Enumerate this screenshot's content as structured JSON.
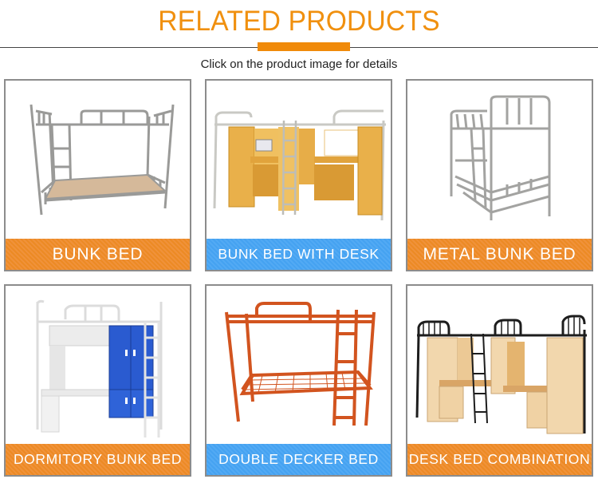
{
  "header": {
    "title": "RELATED PRODUCTS",
    "subtitle": "Click on the product image for details",
    "accent_color": "#f08a0a"
  },
  "products": [
    {
      "label": "BUNK BED",
      "label_color": "#ec8a24",
      "image": "gray-metal-bunk-bed"
    },
    {
      "label": "BUNK BED WITH DESK",
      "label_color": "#45a2f1",
      "image": "loft-bunk-bed-with-desk"
    },
    {
      "label": "METAL BUNK BED",
      "label_color": "#ec8a24",
      "image": "metal-bunk-bed-angled"
    },
    {
      "label": "DORMITORY BUNK BED",
      "label_color": "#ec8a24",
      "image": "dormitory-loft-bed-blue-wardrobe"
    },
    {
      "label": "DOUBLE DECKER BED",
      "label_color": "#45a2f1",
      "image": "orange-double-decker-bed"
    },
    {
      "label": "DESK BED COMBINATION",
      "label_color": "#ec8a24",
      "image": "black-frame-desk-bed-combination"
    }
  ]
}
